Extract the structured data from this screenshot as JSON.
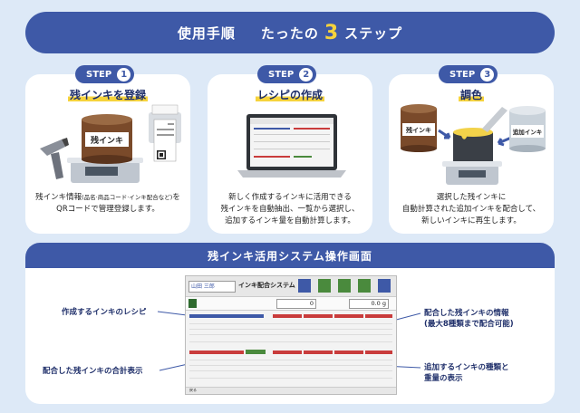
{
  "header": {
    "prefix": "使用手順",
    "middle": "たったの",
    "number": "3",
    "suffix": "ステップ"
  },
  "steps": [
    {
      "step_label": "STEP",
      "num": "1",
      "title": "残インキを登録",
      "desc_a": "残インキ情報",
      "desc_small": "(品名·商品コード·インキ配合など)",
      "desc_b": "を",
      "desc_line2": "QRコードで管理登録します。",
      "can_label": "残インキ"
    },
    {
      "step_label": "STEP",
      "num": "2",
      "title": "レシピの作成",
      "desc_line1": "新しく作成するインキに活用できる",
      "desc_line2": "残インキを自動抽出、一覧から選択し、",
      "desc_line3": "追加するインキ量を自動計算します。"
    },
    {
      "step_label": "STEP",
      "num": "3",
      "title": "調色",
      "desc_line1": "選択した残インキに",
      "desc_line2": "自動計算された追加インキを配合して、",
      "desc_line3": "新しいインキに再生します。",
      "can_left": "残インキ",
      "can_right": "追加インキ"
    }
  ],
  "system": {
    "title": "残インキ活用システム操作画面",
    "label_recipe": "作成するインキのレシピ",
    "label_total": "配合した残インキの合計表示",
    "label_info_l1": "配合した残インキの情報",
    "label_info_l2": "(最大8種類まで配合可能)",
    "label_add_l1": "追加するインキの種類と",
    "label_add_l2": "重量の表示"
  },
  "screen": {
    "user": "山田 三郎",
    "title": "インキ配合システム",
    "qty1": "0",
    "qty2": "0.0 g",
    "footer_btn": "戻る"
  },
  "colors": {
    "primary": "#3e59a7",
    "accent": "#f6d33c",
    "red": "#c93c3c",
    "green": "#4a8a3d"
  }
}
